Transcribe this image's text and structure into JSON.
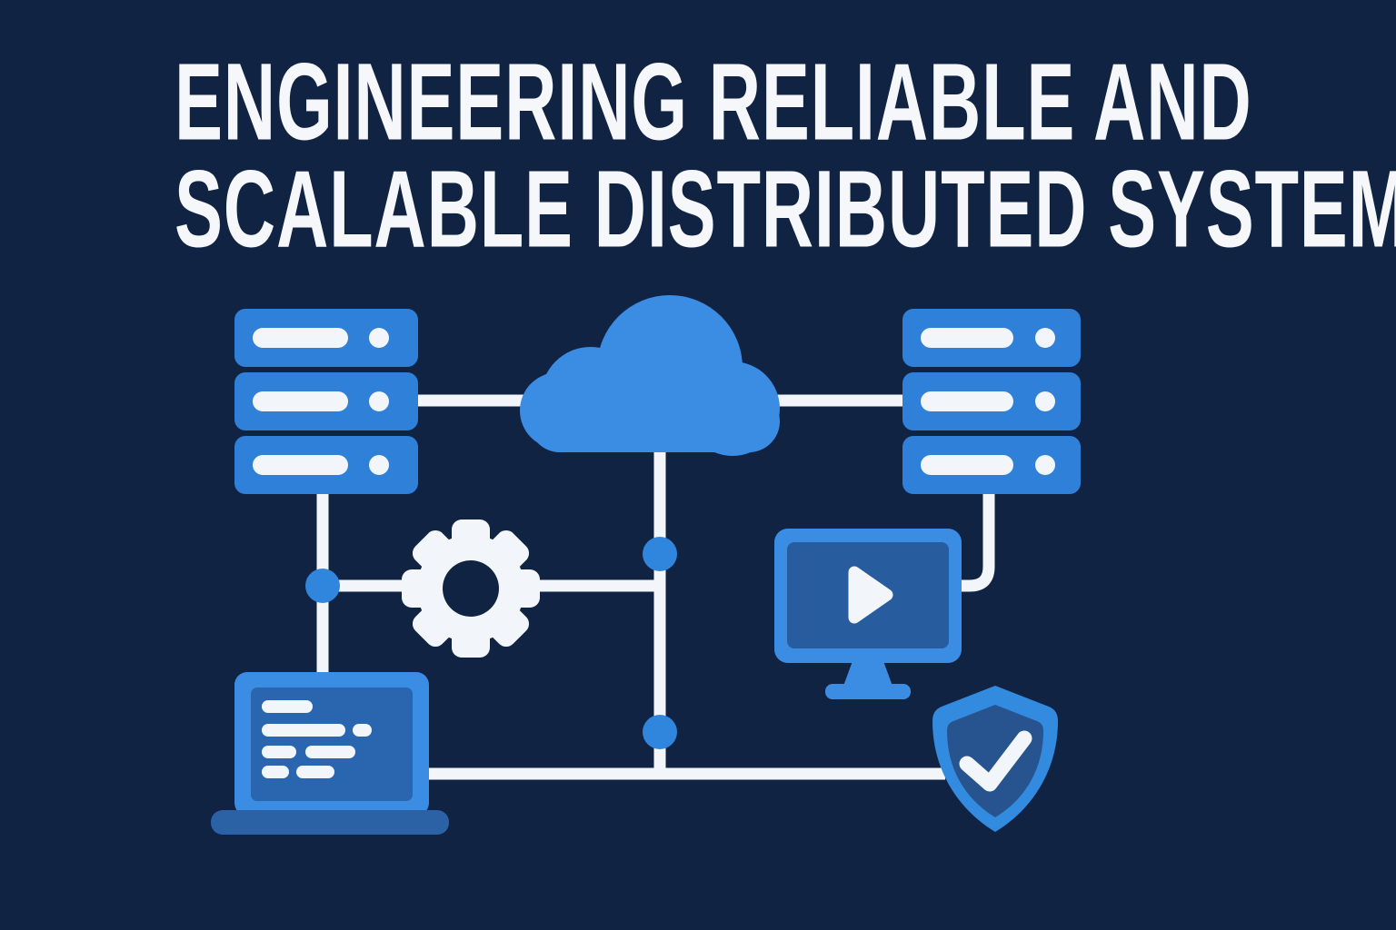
{
  "title": {
    "line1": "ENGINEERING RELIABLE AND",
    "line2": "SCALABLE DISTRIBUTED SYSTEMS"
  },
  "palette": {
    "background": "#112342",
    "icon_blue": "#3b8de4",
    "server_blue": "#2f80d8",
    "node_blue": "#2f86dc",
    "panel_blue": "#2a65b0",
    "monitor_screen_blue": "#275d9e",
    "shield_inner_blue": "#27548f",
    "laptop_base_blue": "#2b62a6",
    "line_white": "#f2f6fa",
    "text_white": "#f5f7fa"
  },
  "diagram": {
    "icons": [
      {
        "name": "server-stack-left",
        "description": "three-tier server rack with slot bars and indicator lights"
      },
      {
        "name": "cloud-icon",
        "description": "cloud representing cloud infrastructure"
      },
      {
        "name": "server-stack-right",
        "description": "three-tier server rack with slot bars and indicator lights"
      },
      {
        "name": "gear-icon",
        "description": "gear/settings cog"
      },
      {
        "name": "laptop-code-icon",
        "description": "laptop showing code lines"
      },
      {
        "name": "monitor-play-icon",
        "description": "monitor with play button"
      },
      {
        "name": "shield-check-icon",
        "description": "security shield with checkmark"
      }
    ],
    "junction_nodes": 3,
    "connections": [
      "server-stack-left to cloud",
      "cloud to server-stack-right",
      "server-stack-left down through node to laptop",
      "node to gear to cloud drop-line",
      "cloud down through nodes to bottom bus line",
      "bottom bus line from laptop to shield",
      "server-stack-right down-elbow to monitor"
    ]
  }
}
